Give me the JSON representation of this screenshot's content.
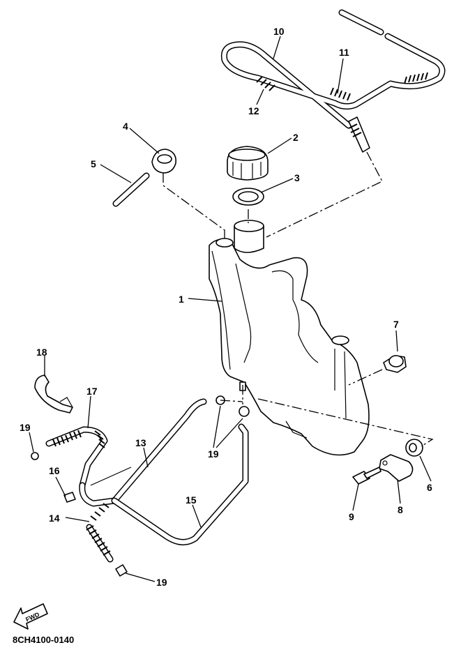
{
  "diagram": {
    "code": "8CH4100-0140",
    "fwd_label": "FWD",
    "callouts": [
      {
        "id": "c1",
        "text": "1"
      },
      {
        "id": "c2",
        "text": "2"
      },
      {
        "id": "c3",
        "text": "3"
      },
      {
        "id": "c4",
        "text": "4"
      },
      {
        "id": "c5",
        "text": "5"
      },
      {
        "id": "c6",
        "text": "6"
      },
      {
        "id": "c7",
        "text": "7"
      },
      {
        "id": "c8",
        "text": "8"
      },
      {
        "id": "c9",
        "text": "9"
      },
      {
        "id": "c10",
        "text": "10"
      },
      {
        "id": "c11",
        "text": "11"
      },
      {
        "id": "c12",
        "text": "12"
      },
      {
        "id": "c13",
        "text": "13"
      },
      {
        "id": "c14",
        "text": "14"
      },
      {
        "id": "c15",
        "text": "15"
      },
      {
        "id": "c16",
        "text": "16"
      },
      {
        "id": "c17",
        "text": "17"
      },
      {
        "id": "c18",
        "text": "18"
      },
      {
        "id": "c19a",
        "text": "19"
      },
      {
        "id": "c19b",
        "text": "19"
      },
      {
        "id": "c19c",
        "text": "19"
      }
    ]
  }
}
